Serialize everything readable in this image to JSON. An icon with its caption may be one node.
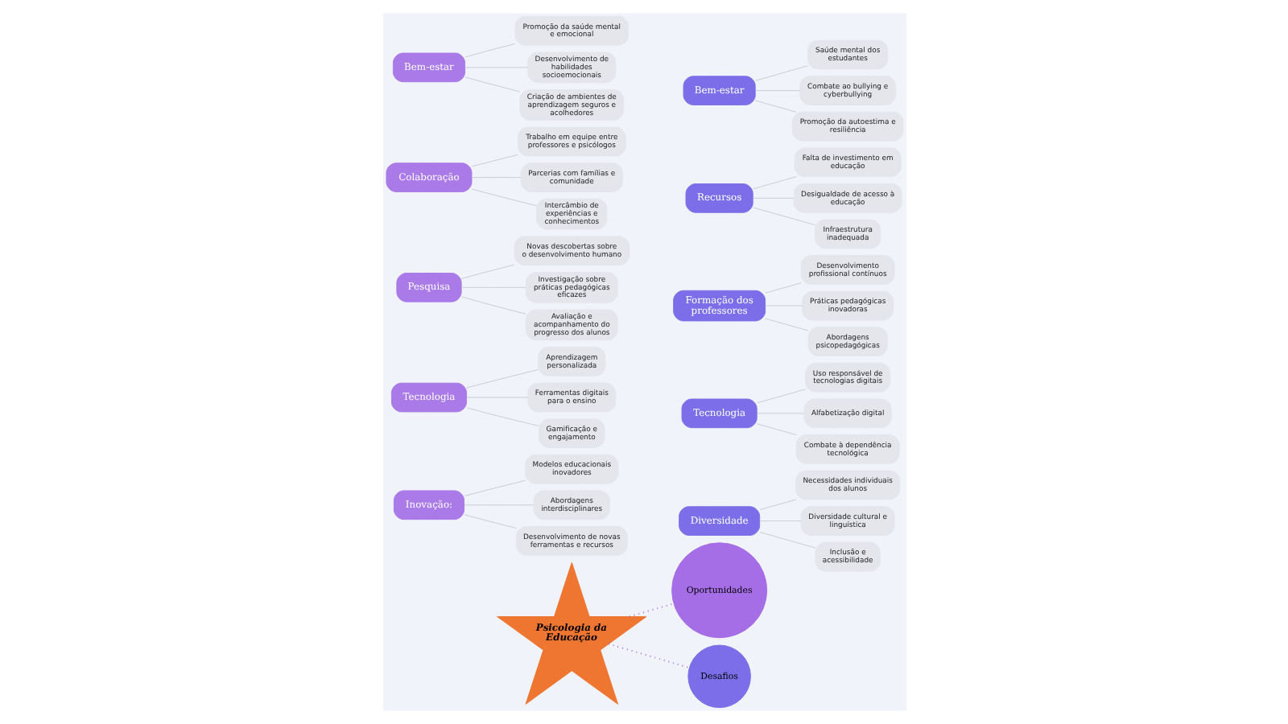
{
  "diagram": {
    "nodes": [
      {
        "text": [
          "Psicologia da Educação"
        ]
      },
      {
        "text": [
          "Oportunidades"
        ]
      },
      {
        "text": [
          "Desafios"
        ]
      },
      {
        "text": [
          "Inovação:"
        ]
      },
      {
        "text": [
          "Modelos educacionais inovadores"
        ]
      },
      {
        "text": [
          "Abordagens interdisciplinares"
        ]
      },
      {
        "text": [
          "Desenvolvimento de novas ferramentas e recursos"
        ]
      },
      {
        "text": [
          "Tecnologia"
        ]
      },
      {
        "text": [
          "Aprendizagem personalizada"
        ]
      },
      {
        "text": [
          "Ferramentas digitais para o ensino"
        ]
      },
      {
        "text": [
          "Gamificação e engajamento"
        ]
      },
      {
        "text": [
          "Pesquisa"
        ]
      },
      {
        "text": [
          "Novas descobertas sobre o desenvolvimento humano"
        ]
      },
      {
        "text": [
          "Investigação sobre práticas pedagógicas eficazes"
        ]
      },
      {
        "text": [
          "Avaliação e acompanhamento do progresso dos alunos"
        ]
      },
      {
        "text": [
          "Colaboração"
        ]
      },
      {
        "text": [
          "Trabalho em equipe entre professores e psicólogos"
        ]
      },
      {
        "text": [
          "Parcerias com famílias e comunidade"
        ]
      },
      {
        "text": [
          "Intercâmbio de experiências e conhecimentos"
        ]
      },
      {
        "text": [
          "Bem-estar"
        ]
      },
      {
        "text": [
          "Promoção da saúde mental e emocional"
        ]
      },
      {
        "text": [
          "Desenvolvimento de habilidades socioemocionais"
        ]
      },
      {
        "text": [
          "Criação de ambientes de aprendizagem seguros e acolhedores"
        ]
      },
      {
        "text": [
          "Diversidade"
        ]
      },
      {
        "text": [
          "Necessidades individuais dos alunos"
        ]
      },
      {
        "text": [
          "Diversidade cultural e linguística"
        ]
      },
      {
        "text": [
          "Inclusão e acessibilidade"
        ]
      },
      {
        "text": [
          "Tecnologia"
        ]
      },
      {
        "text": [
          "Uso responsável de tecnologias digitais"
        ]
      },
      {
        "text": [
          "Alfabetização digital"
        ]
      },
      {
        "text": [
          "Combate à dependência tecnológica"
        ]
      },
      {
        "text": [
          "Formação dos professores"
        ]
      },
      {
        "text": [
          "Desenvolvimento profissional contínuos"
        ]
      },
      {
        "text": [
          "Práticas pedagógicas inovadoras"
        ]
      },
      {
        "text": [
          "Abordagens psicopedagógicas"
        ]
      },
      {
        "text": [
          "Recursos"
        ]
      },
      {
        "text": [
          "Falta de investimento em educação"
        ]
      },
      {
        "text": [
          "Desigualdade de acesso à educação"
        ]
      },
      {
        "text": [
          "Infraestrutura inadequada"
        ]
      },
      {
        "text": [
          "Bem-estar"
        ]
      },
      {
        "text": [
          "Saúde mental dos estudantes"
        ]
      },
      {
        "text": [
          "Combate ao bullying e cyberbullying"
        ]
      },
      {
        "text": [
          "Promoção da autoestima e resiliência"
        ]
      }
    ],
    "edges": [
      {
        "from": 0,
        "to": 1,
        "arrow": "none",
        "style": "dashed",
        "color": "#a56ee6"
      },
      {
        "from": 0,
        "to": 2,
        "arrow": "none",
        "style": "dashed",
        "color": "#a56ee6"
      },
      {
        "from": 3,
        "to": 4,
        "arrow": "none"
      },
      {
        "from": 3,
        "to": 5,
        "arrow": "none"
      },
      {
        "from": 3,
        "to": 6,
        "arrow": "none"
      },
      {
        "from": 7,
        "to": 8,
        "arrow": "none"
      },
      {
        "from": 7,
        "to": 9,
        "arrow": "none"
      },
      {
        "from": 7,
        "to": 10,
        "arrow": "none"
      },
      {
        "from": 11,
        "to": 12,
        "arrow": "none"
      },
      {
        "from": 11,
        "to": 13,
        "arrow": "none"
      },
      {
        "from": 11,
        "to": 14,
        "arrow": "none"
      },
      {
        "from": 15,
        "to": 16,
        "arrow": "none"
      },
      {
        "from": 15,
        "to": 17,
        "arrow": "none"
      },
      {
        "from": 15,
        "to": 18,
        "arrow": "none"
      },
      {
        "from": 19,
        "to": 20,
        "arrow": "none"
      },
      {
        "from": 19,
        "to": 21,
        "arrow": "none"
      },
      {
        "from": 19,
        "to": 22,
        "arrow": "none"
      },
      {
        "from": 23,
        "to": 24,
        "arrow": "none"
      },
      {
        "from": 23,
        "to": 25,
        "arrow": "none"
      },
      {
        "from": 23,
        "to": 26,
        "arrow": "none"
      },
      {
        "from": 27,
        "to": 28,
        "arrow": "none"
      },
      {
        "from": 27,
        "to": 29,
        "arrow": "none"
      },
      {
        "from": 27,
        "to": 30,
        "arrow": "none"
      },
      {
        "from": 31,
        "to": 32,
        "arrow": "none"
      },
      {
        "from": 31,
        "to": 33,
        "arrow": "none"
      },
      {
        "from": 31,
        "to": 34,
        "arrow": "none"
      },
      {
        "from": 35,
        "to": 36,
        "arrow": "none"
      },
      {
        "from": 35,
        "to": 37,
        "arrow": "none"
      },
      {
        "from": 35,
        "to": 38,
        "arrow": "none"
      },
      {
        "from": 39,
        "to": 40,
        "arrow": "none"
      },
      {
        "from": 39,
        "to": 41,
        "arrow": "none"
      },
      {
        "from": 39,
        "to": 42,
        "arrow": "none"
      }
    ]
  }
}
